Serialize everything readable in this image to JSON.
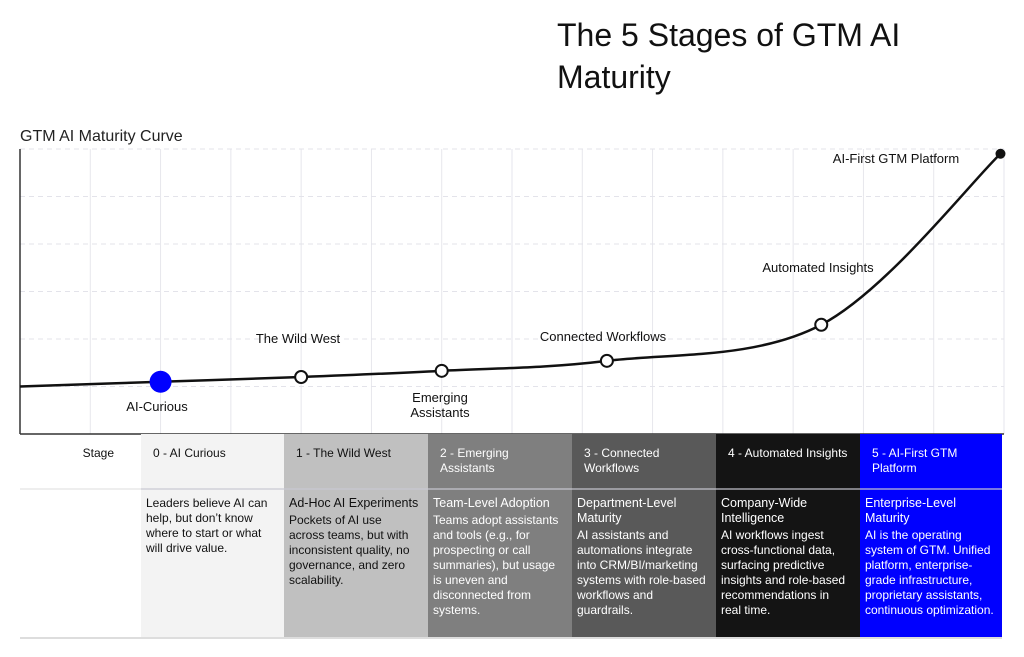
{
  "title": "The 5 Stages of GTM AI Maturity",
  "chart_label": "GTM AI Maturity Curve",
  "chart_data": {
    "type": "line",
    "title": "GTM AI Maturity Curve",
    "curve": [
      [
        0,
        1.0
      ],
      [
        2,
        1.1
      ],
      [
        4,
        1.2
      ],
      [
        6,
        1.33
      ],
      [
        8.35,
        1.54
      ],
      [
        11.4,
        2.3
      ],
      [
        13.95,
        5.9
      ]
    ],
    "markers": [
      {
        "label": "AI-Curious",
        "x": 2,
        "y": 1.1,
        "style": "filled"
      },
      {
        "label": "The Wild West",
        "x": 4,
        "y": 1.2,
        "style": "open"
      },
      {
        "label": "Emerging Assistants",
        "x": 6,
        "y": 1.33,
        "style": "open"
      },
      {
        "label": "Connected Workflows",
        "x": 8.35,
        "y": 1.54,
        "style": "open"
      },
      {
        "label": "Automated Insights",
        "x": 11.4,
        "y": 2.3,
        "style": "open"
      },
      {
        "label": "AI-First GTM Platform",
        "x": 13.95,
        "y": 5.9,
        "style": "end"
      }
    ],
    "xlim": [
      0,
      14
    ],
    "ylim": [
      0,
      6
    ],
    "grid": true
  },
  "table": {
    "stage_label": "Stage",
    "columns": [
      {
        "header": "0 - AI Curious",
        "heading": "",
        "text": "Leaders believe AI can help, but don’t know where to start or what will drive value.",
        "bg": "#f3f3f3",
        "fg": "#111111"
      },
      {
        "header": "1 - The Wild West",
        "heading": "Ad-Hoc AI Experiments",
        "text": "Pockets of AI use across teams, but with inconsistent quality, no governance, and zero scalability.",
        "bg": "#c0c0c0",
        "fg": "#111111"
      },
      {
        "header": "2 - Emerging Assistants",
        "heading": "Team-Level Adoption",
        "text": "Teams adopt assistants and tools (e.g., for prospecting or call summaries), but usage is uneven and disconnected from systems.",
        "bg": "#7f7f7f",
        "fg": "#ffffff"
      },
      {
        "header": "3 - Connected Workflows",
        "heading": "Department-Level Maturity",
        "text": "AI assistants and automations integrate into CRM/BI/marketing systems with role-based workflows and guardrails.",
        "bg": "#595959",
        "fg": "#ffffff"
      },
      {
        "header": "4 - Automated Insights",
        "heading": "Company-Wide Intelligence",
        "text": "AI workflows ingest cross-functional data, surfacing predictive insights and role-based recommendations in real time.",
        "bg": "#141414",
        "fg": "#ffffff"
      },
      {
        "header": "5 - AI-First GTM Platform",
        "heading": "Enterprise-Level Maturity",
        "text": "AI is the operating system of GTM. Unified platform, enterprise-grade infrastructure, proprietary assistants, continuous optimization.",
        "bg": "#0000ff",
        "fg": "#ffffff"
      }
    ]
  },
  "colors": {
    "accent": "#0000ff",
    "line": "#111111"
  }
}
